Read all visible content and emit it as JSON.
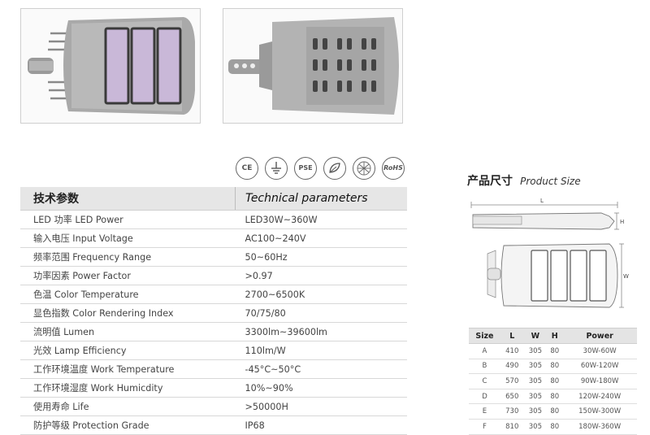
{
  "certifications": [
    {
      "icon": "ce-mark-icon",
      "text": "CE"
    },
    {
      "icon": "ground-symbol-icon",
      "text": ""
    },
    {
      "icon": "pse-mark-icon",
      "text": "PSE"
    },
    {
      "icon": "leaf-eco-icon",
      "text": ""
    },
    {
      "icon": "grid-globe-icon",
      "text": ""
    },
    {
      "icon": "rohs-mark-icon",
      "text": "RoHS"
    }
  ],
  "spec_table": {
    "header": {
      "cn": "技术参数",
      "en": "Technical parameters"
    },
    "rows": [
      {
        "cn": "LED 功率 LED Power",
        "value": "LED30W~360W"
      },
      {
        "cn": "输入电压 Input Voltage",
        "value": "AC100~240V"
      },
      {
        "cn": "频率范围 Frequency Range",
        "value": "50~60Hz"
      },
      {
        "cn": "功率因素 Power Factor",
        "value": ">0.97"
      },
      {
        "cn": "色温 Color Temperature",
        "value": "2700~6500K"
      },
      {
        "cn": "显色指数 Color Rendering Index",
        "value": "70/75/80"
      },
      {
        "cn": "流明值 Lumen",
        "value": "3300lm~39600lm"
      },
      {
        "cn": "光效 Lamp Efficiency",
        "value": "110lm/W"
      },
      {
        "cn": "工作环境温度 Work Temperature",
        "value": "-45°C~50°C"
      },
      {
        "cn": "工作环境湿度 Work Humicdity",
        "value": "10%~90%"
      },
      {
        "cn": "使用寿命 Life",
        "value": ">50000H"
      },
      {
        "cn": "防护等级 Protection Grade",
        "value": "IP68"
      }
    ]
  },
  "product_size": {
    "title_cn": "产品尺寸",
    "title_en": "Product Size",
    "dim_labels": {
      "length": "L",
      "height": "H",
      "width": "W"
    }
  },
  "size_table": {
    "headers": [
      "Size",
      "L",
      "W",
      "H",
      "Power"
    ],
    "rows": [
      [
        "A",
        "410",
        "305",
        "80",
        "30W-60W"
      ],
      [
        "B",
        "490",
        "305",
        "80",
        "60W-120W"
      ],
      [
        "C",
        "570",
        "305",
        "80",
        "90W-180W"
      ],
      [
        "D",
        "650",
        "305",
        "80",
        "120W-240W"
      ],
      [
        "E",
        "730",
        "305",
        "80",
        "150W-300W"
      ],
      [
        "F",
        "810",
        "305",
        "80",
        "180W-360W"
      ]
    ]
  },
  "colors": {
    "header_bg": "#e6e6e6",
    "led_panel": "#c9b8d8",
    "housing": "#a9a9a9"
  }
}
